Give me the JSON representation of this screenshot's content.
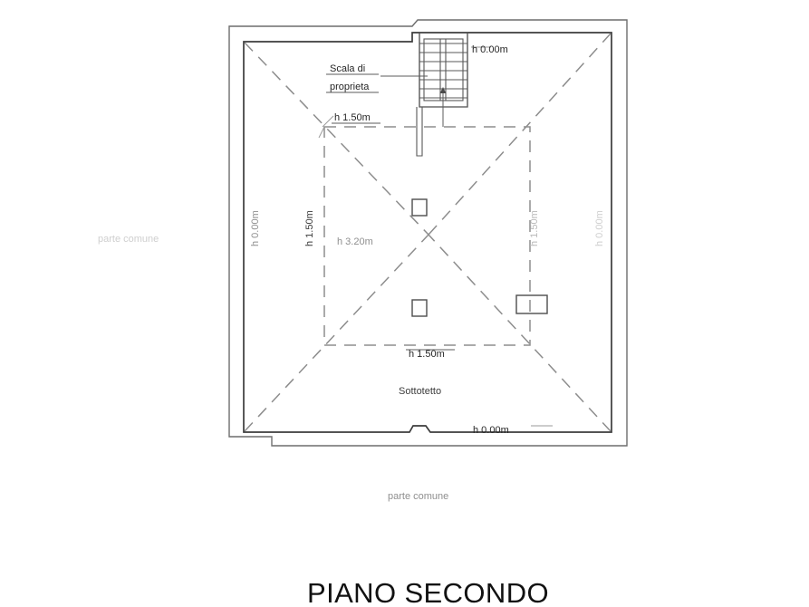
{
  "drawing": {
    "title": "PIANO SECONDO",
    "room_label": "Sottotetto",
    "stair_label_line1": "Scala di",
    "stair_label_line2": "proprieta",
    "common_area_left": "parte comune",
    "common_area_bottom": "parte comune",
    "heights": {
      "top_right": "h 0.00m",
      "top_left_ridge": "h 1.50m",
      "left_wall_vertical": "h 0.00m",
      "left_ridge_vertical": "h 1.50m",
      "center_peak": "h 3.20m",
      "right_ridge_vertical": "h 1.50m",
      "right_wall_vertical": "h 0.00m",
      "bottom_ridge": "h 1.50m",
      "bottom_wall": "h 0.00m"
    }
  },
  "colors": {
    "wall": "#3c3c3c",
    "outer_wall": "#6d6d6d",
    "hip_dash": "#8d8d8d",
    "text": "#262626",
    "background": "#ffffff"
  },
  "geometry": {
    "outer_wall_bounds": [
      253,
      29,
      692,
      492
    ],
    "inner_wall_bounds": [
      269,
      46,
      675,
      477
    ],
    "ridge_rect": [
      358,
      140,
      585,
      381
    ],
    "stair_bounds": [
      463,
      36,
      516,
      118
    ],
    "skylights": [
      [
        455,
        220,
        16,
        18
      ],
      [
        455,
        331,
        16,
        18
      ],
      [
        570,
        326,
        34,
        20
      ]
    ]
  }
}
